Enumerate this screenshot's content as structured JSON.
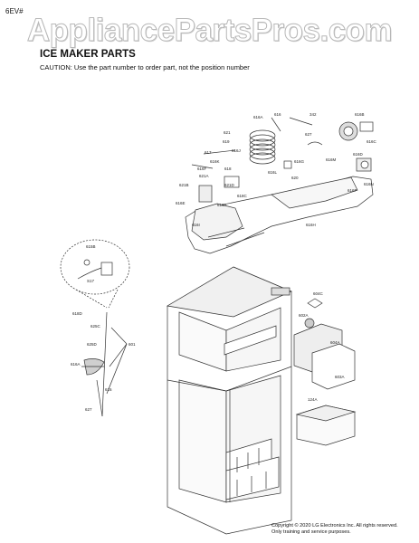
{
  "corner_label": "6EV#",
  "watermark": "AppliancePartsPros.com",
  "heading": "ICE MAKER PARTS",
  "caution": "CAUTION: Use the part number to order part, not the position number",
  "copyright_line1": "Copyright © 2020 LG Electronics Inc. All rights reserved.",
  "copyright_line2": "Only training and service purposes.",
  "callouts": [
    "616A",
    "616",
    "342",
    "616B",
    "616C",
    "616D",
    "627",
    "621",
    "617",
    "619",
    "616F",
    "618",
    "621B",
    "621A",
    "618C",
    "621D",
    "616E",
    "616G",
    "620",
    "618A",
    "616H",
    "616I",
    "616J",
    "616K",
    "616L",
    "616M",
    "616N",
    "616P",
    "604C",
    "602A",
    "604A",
    "603A",
    "124A",
    "615B",
    "S17",
    "618D",
    "625C",
    "625D",
    "601"
  ]
}
